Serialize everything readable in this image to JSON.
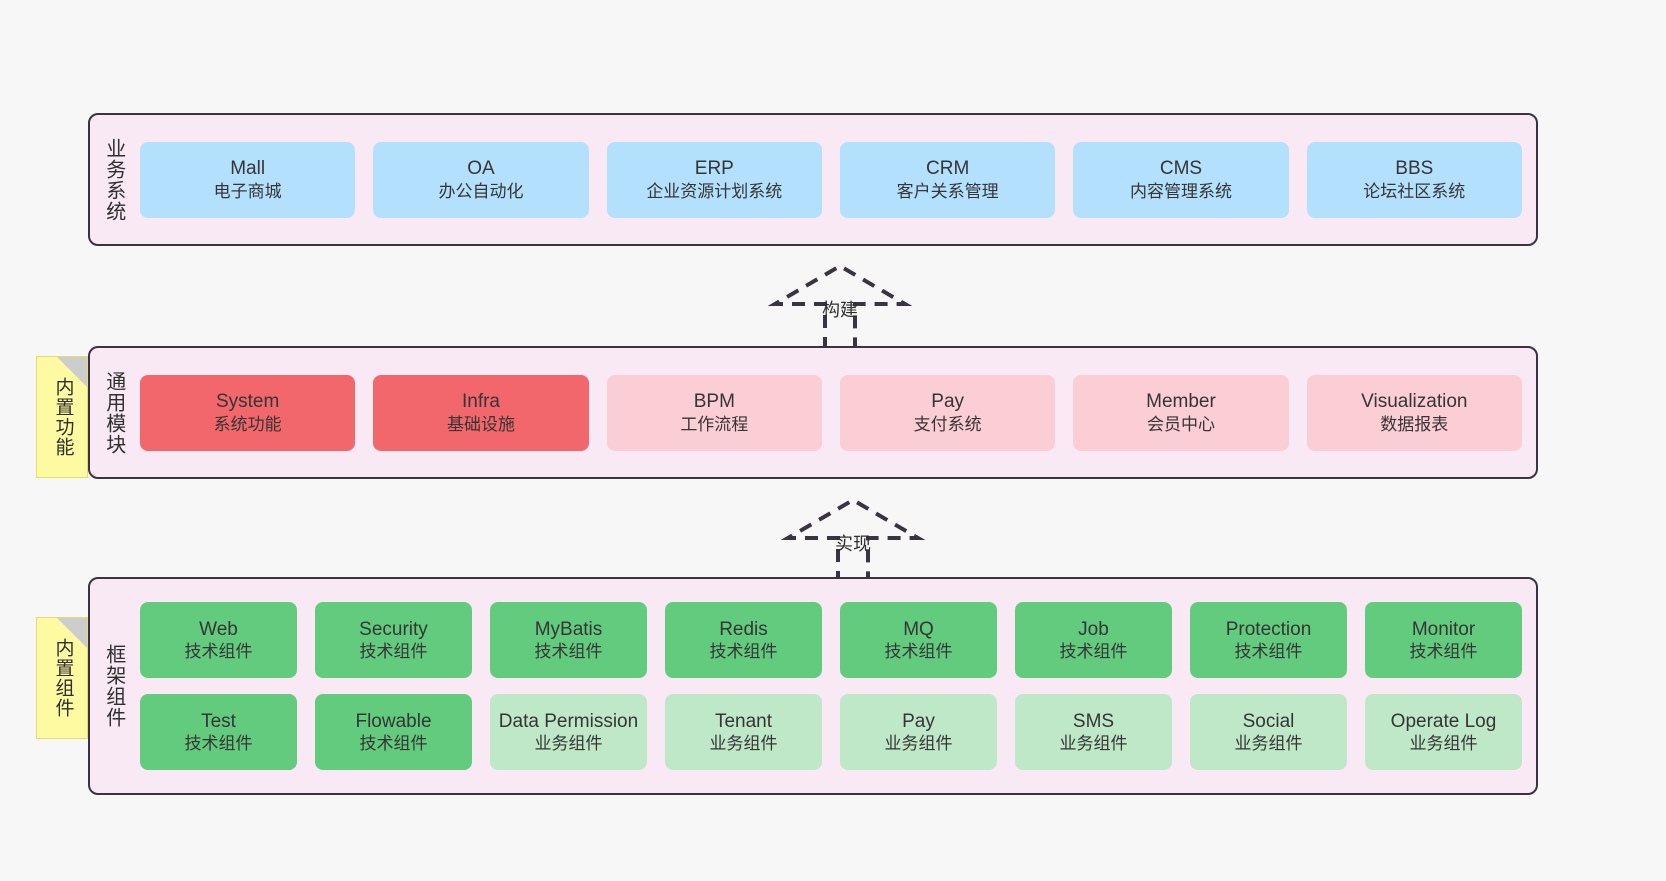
{
  "diagram": {
    "background": "#f7f7f7",
    "layer_fill": "#f9e9f4",
    "layer_border": "#3a3340",
    "colors": {
      "blue": "#b3e0fc",
      "red": "#f2676b",
      "pink": "#fbcdd4",
      "green": "#63cb7e",
      "light_green": "#bfe8c8",
      "note_yellow": "#fdfaa2"
    }
  },
  "business_layer": {
    "title": "业务系统",
    "items": [
      {
        "title": "Mall",
        "sub": "电子商城"
      },
      {
        "title": "OA",
        "sub": "办公自动化"
      },
      {
        "title": "ERP",
        "sub": "企业资源计划系统"
      },
      {
        "title": "CRM",
        "sub": "客户关系管理"
      },
      {
        "title": "CMS",
        "sub": "内容管理系统"
      },
      {
        "title": "BBS",
        "sub": "论坛社区系统"
      }
    ]
  },
  "connector_build": {
    "label": "构建"
  },
  "module_layer": {
    "title": "通用模块",
    "note": "内置功能",
    "items": [
      {
        "title": "System",
        "sub": "系统功能",
        "color": "red"
      },
      {
        "title": "Infra",
        "sub": "基础设施",
        "color": "red"
      },
      {
        "title": "BPM",
        "sub": "工作流程",
        "color": "pink"
      },
      {
        "title": "Pay",
        "sub": "支付系统",
        "color": "pink"
      },
      {
        "title": "Member",
        "sub": "会员中心",
        "color": "pink"
      },
      {
        "title": "Visualization",
        "sub": "数据报表",
        "color": "pink"
      }
    ]
  },
  "connector_implement": {
    "label": "实现"
  },
  "framework_layer": {
    "title": "框架组件",
    "note": "内置组件",
    "row1": [
      {
        "title": "Web",
        "sub": "技术组件",
        "color": "green"
      },
      {
        "title": "Security",
        "sub": "技术组件",
        "color": "green"
      },
      {
        "title": "MyBatis",
        "sub": "技术组件",
        "color": "green"
      },
      {
        "title": "Redis",
        "sub": "技术组件",
        "color": "green"
      },
      {
        "title": "MQ",
        "sub": "技术组件",
        "color": "green"
      },
      {
        "title": "Job",
        "sub": "技术组件",
        "color": "green"
      },
      {
        "title": "Protection",
        "sub": "技术组件",
        "color": "green"
      },
      {
        "title": "Monitor",
        "sub": "技术组件",
        "color": "green"
      }
    ],
    "row2": [
      {
        "title": "Test",
        "sub": "技术组件",
        "color": "green"
      },
      {
        "title": "Flowable",
        "sub": "技术组件",
        "color": "green"
      },
      {
        "title": "Data Permission",
        "sub": "业务组件",
        "color": "light_green"
      },
      {
        "title": "Tenant",
        "sub": "业务组件",
        "color": "light_green"
      },
      {
        "title": "Pay",
        "sub": "业务组件",
        "color": "light_green"
      },
      {
        "title": "SMS",
        "sub": "业务组件",
        "color": "light_green"
      },
      {
        "title": "Social",
        "sub": "业务组件",
        "color": "light_green"
      },
      {
        "title": "Operate Log",
        "sub": "业务组件",
        "color": "light_green"
      }
    ]
  }
}
